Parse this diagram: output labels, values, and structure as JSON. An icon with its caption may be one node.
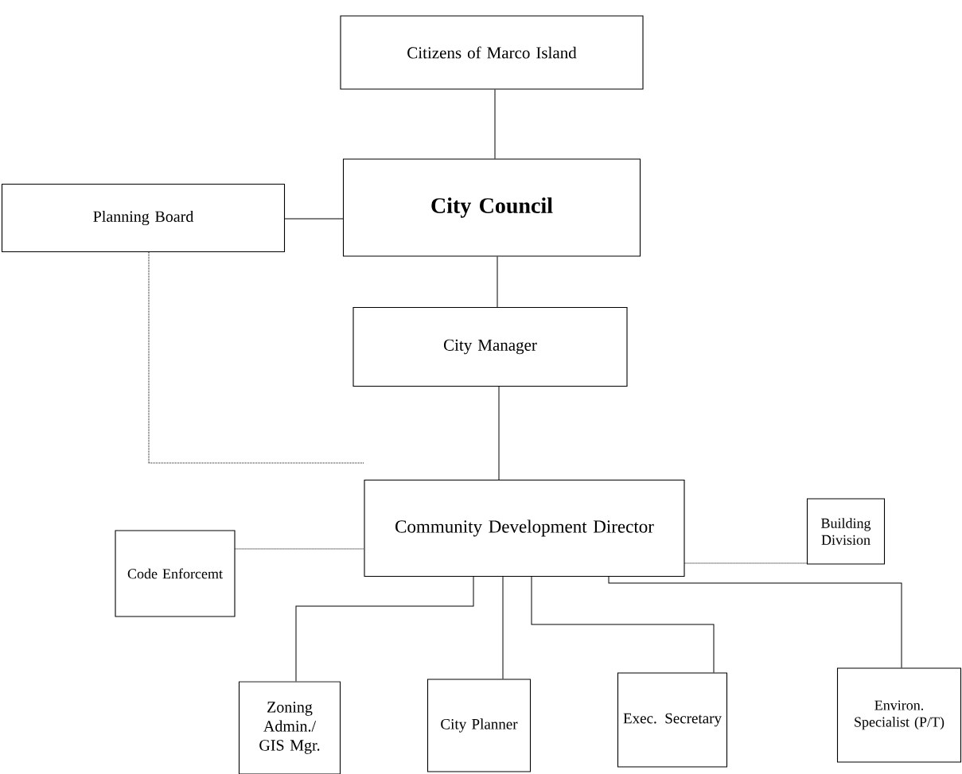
{
  "diagram": {
    "nodes": [
      {
        "text": [
          "Citizens of Marco Island"
        ]
      },
      {
        "text": [
          "Planning Board"
        ]
      },
      {
        "text": [
          "City Council"
        ]
      },
      {
        "text": [
          "City Manager"
        ]
      },
      {
        "text": [
          "Community Development Director"
        ]
      },
      {
        "text": [
          "Building Division"
        ]
      },
      {
        "text": [
          "Code Enforcemt"
        ]
      },
      {
        "text": [
          "Zoning Admin./ GIS Mgr."
        ]
      },
      {
        "text": [
          "City Planner"
        ]
      },
      {
        "text": [
          "Exec. Secretary"
        ]
      },
      {
        "text": [
          "Environ. Specialist (P/T)"
        ]
      }
    ],
    "edges": [
      {
        "from": 0,
        "to": 2,
        "arrow": "none"
      },
      {
        "from": 1,
        "to": 2,
        "arrow": "none"
      },
      {
        "from": 2,
        "to": 3,
        "arrow": "none"
      },
      {
        "from": 3,
        "to": 4,
        "arrow": "none"
      },
      {
        "from": 1,
        "to": 4,
        "arrow": "none",
        "style": "dashed"
      },
      {
        "from": 6,
        "to": 4,
        "arrow": "none",
        "style": "dashed"
      },
      {
        "from": 4,
        "to": 5,
        "arrow": "none",
        "style": "dashed"
      },
      {
        "from": 4,
        "to": 7,
        "arrow": "none"
      },
      {
        "from": 4,
        "to": 8,
        "arrow": "none"
      },
      {
        "from": 4,
        "to": 9,
        "arrow": "none"
      },
      {
        "from": 4,
        "to": 10,
        "arrow": "none"
      }
    ]
  }
}
